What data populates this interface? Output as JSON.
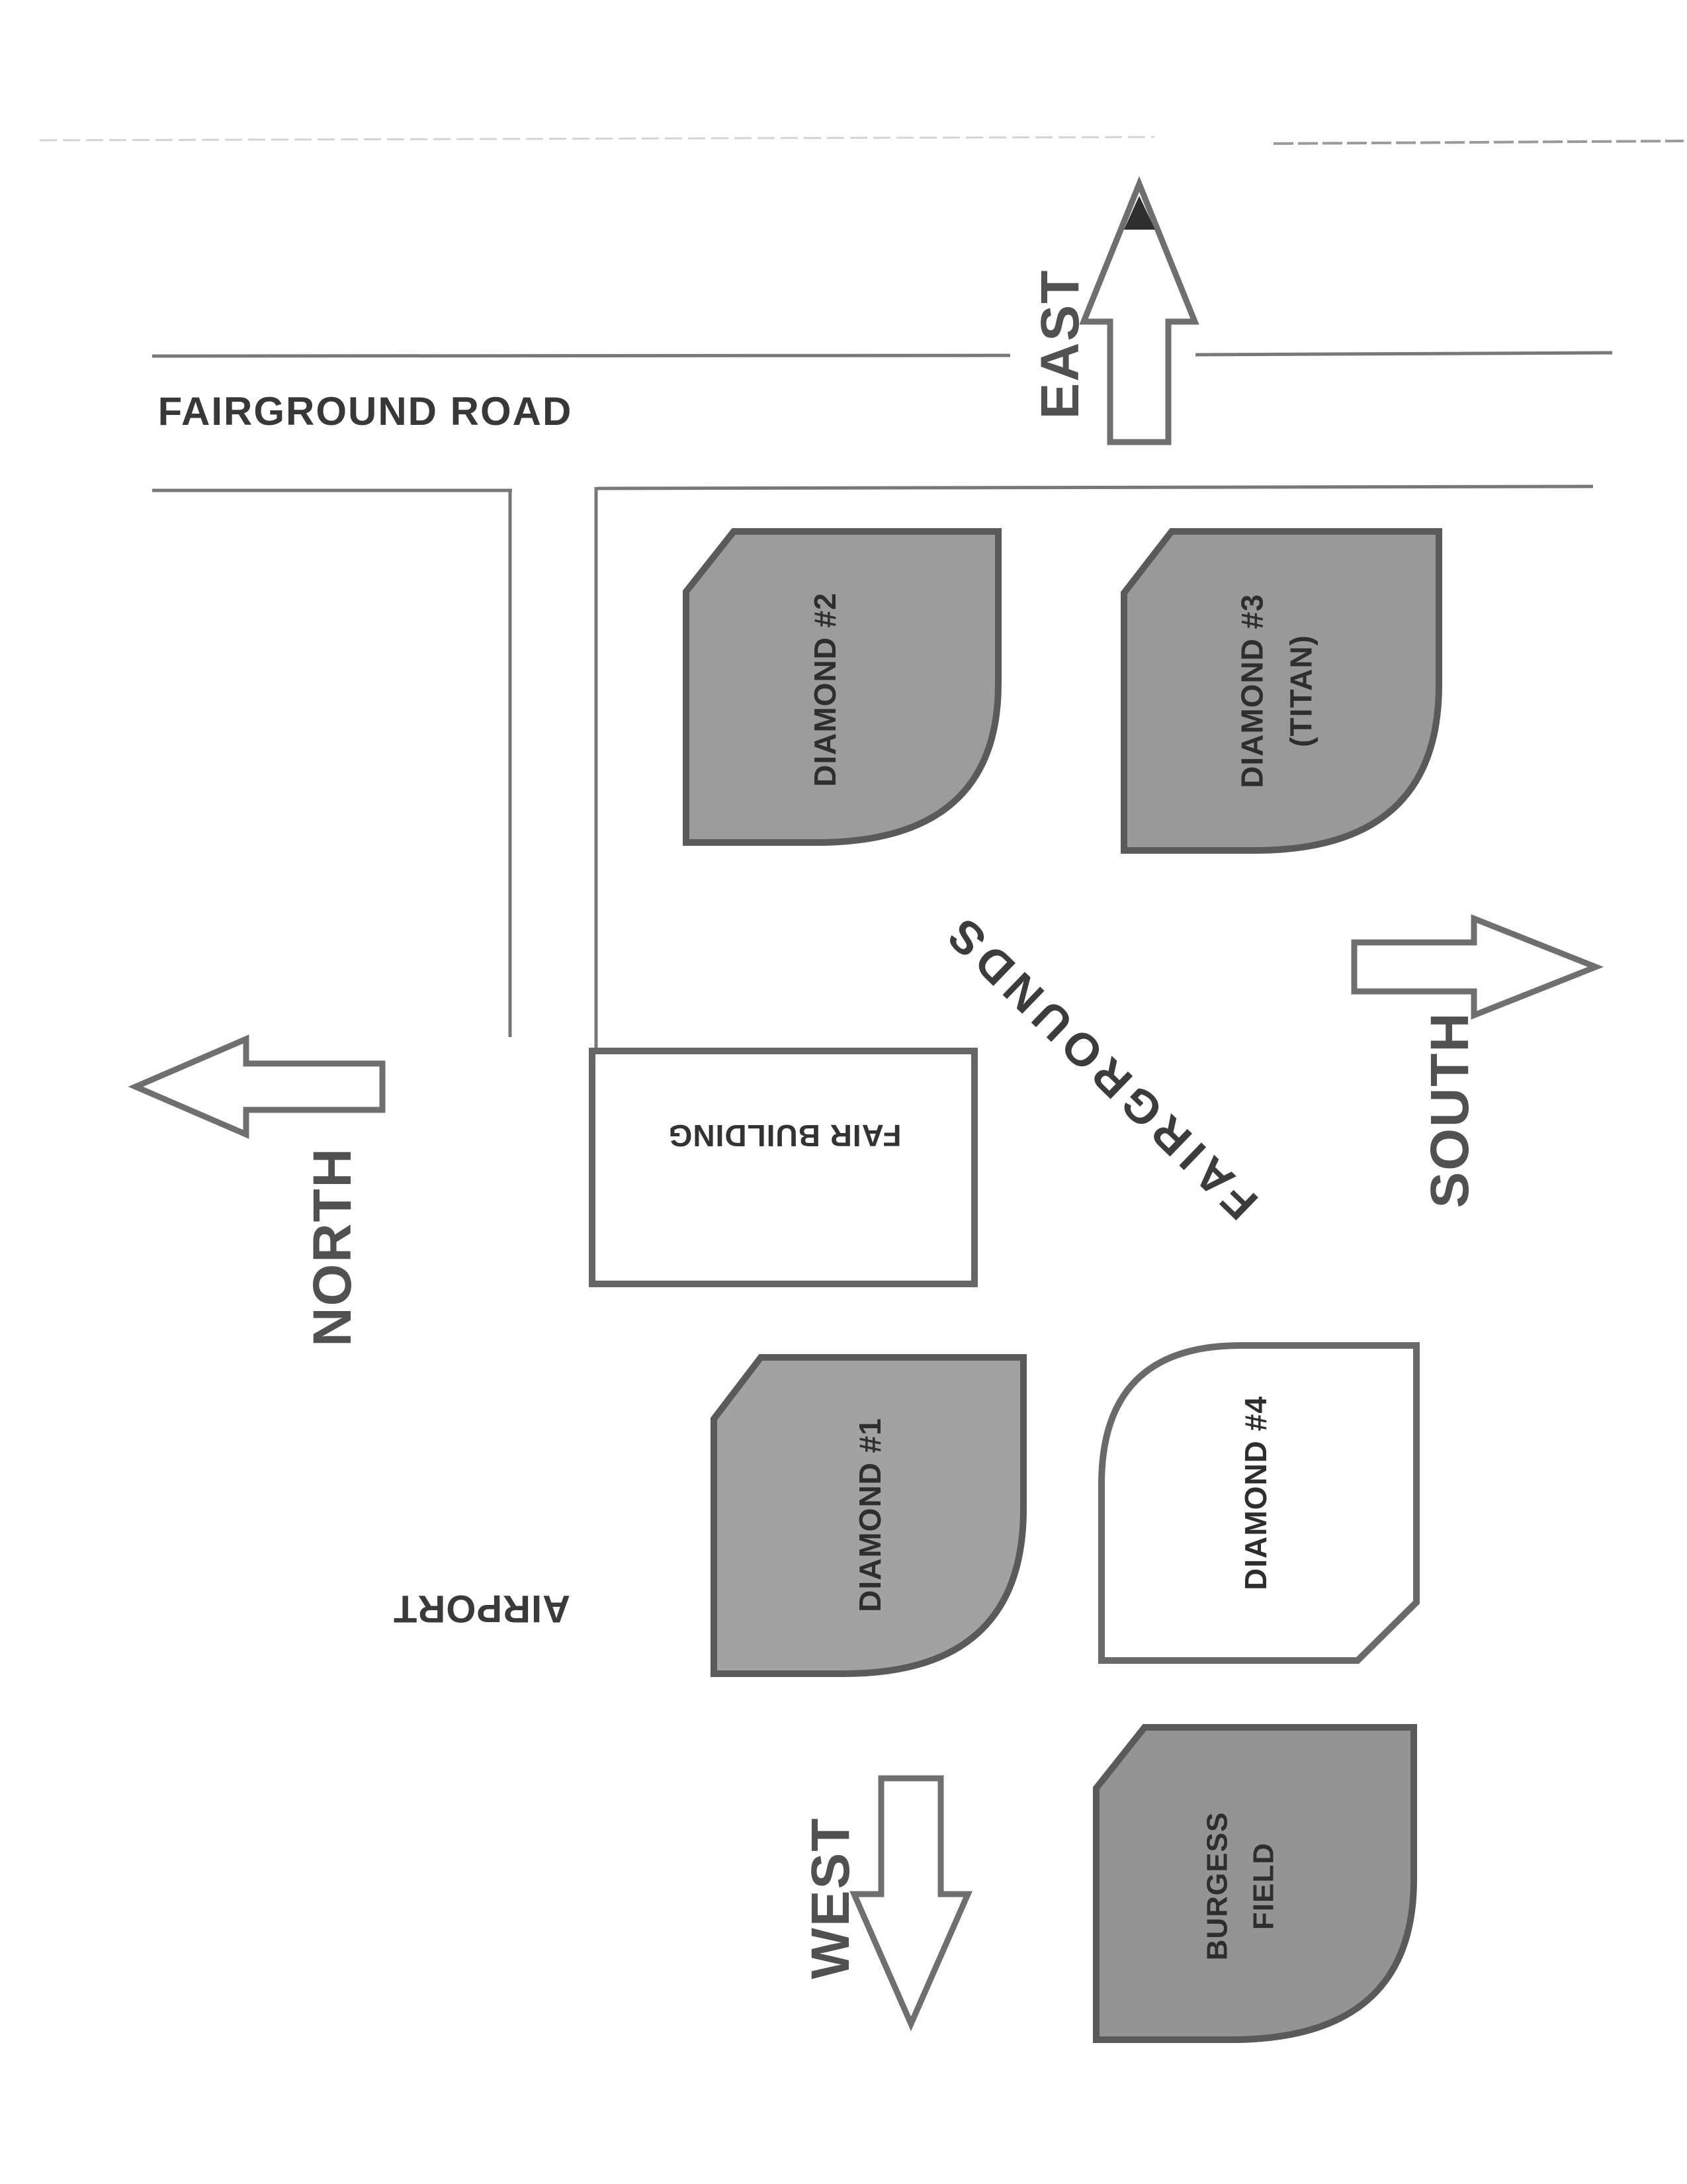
{
  "map": {
    "road_label": "FAIRGROUND ROAD",
    "site_label": "FAIRGROUNDS",
    "airport_label": "AIRPORT",
    "fair_building_label": "FAIR BUILDING"
  },
  "compass": {
    "north": "NORTH",
    "south": "SOUTH",
    "east": "EAST",
    "west": "WEST"
  },
  "fields": {
    "diamond1": "DIAMOND #1",
    "diamond2": "DIAMOND #2",
    "diamond3_line1": "DIAMOND #3",
    "diamond3_line2": "(TITAN)",
    "diamond4": "DIAMOND #4",
    "burgess_line1": "BURGESS",
    "burgess_line2": "FIELD"
  },
  "colors": {
    "paper": "#ffffff",
    "road_line": "#787878",
    "shape_border": "#5a5a5a",
    "arrow_border": "#6f6f6f",
    "arrow_fill": "#ffffff",
    "diamond1_fill": "#a2a2a2",
    "diamond2_fill": "#9c9c9c",
    "diamond3_fill": "#999999",
    "diamond4_fill": "#ffffff",
    "burgess_fill": "#949494",
    "building_fill": "#ffffff",
    "label_text": "#2e2e2e",
    "direction_text": "#515151",
    "artifact_faint": "#d4d4d4",
    "artifact_dark": "#9a9a9a"
  }
}
